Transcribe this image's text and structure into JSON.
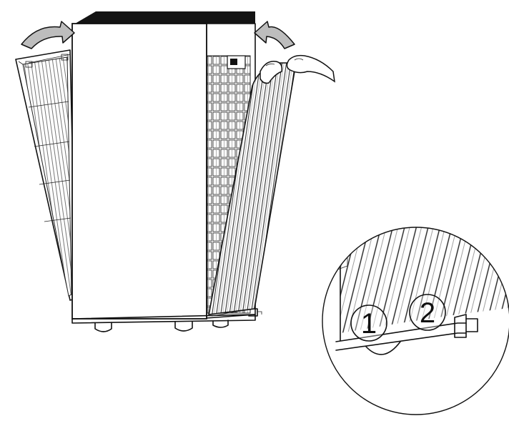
{
  "diagram": {
    "callouts": [
      {
        "id": "1",
        "label": "1"
      },
      {
        "id": "2",
        "label": "2"
      }
    ],
    "colors": {
      "line": "#111111",
      "arrow_fill": "#bdbdbd",
      "unit_top": "#141414",
      "background": "#ffffff"
    },
    "icons": [
      "rotate-arrow-icon",
      "hand-icon"
    ]
  }
}
